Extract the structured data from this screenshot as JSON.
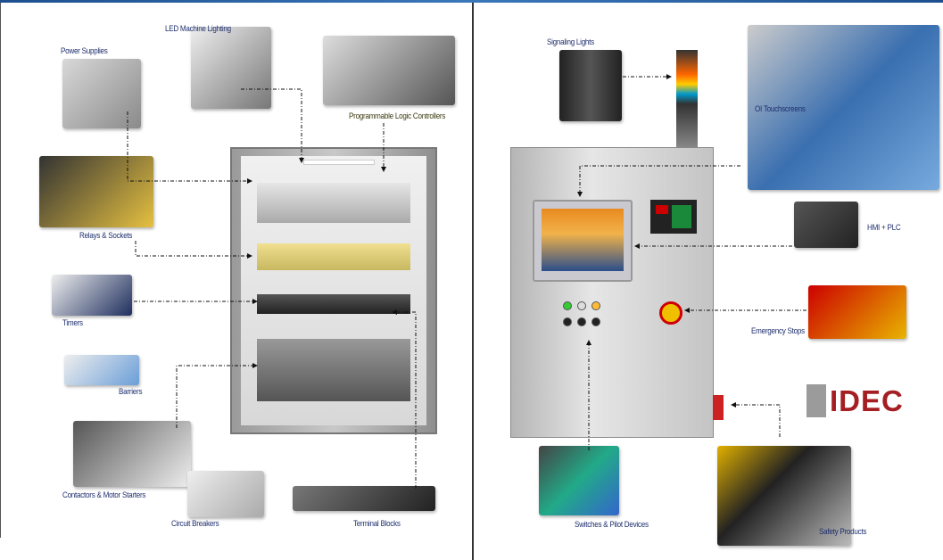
{
  "left_panel": {
    "labels": {
      "power_supplies": "Power Supplies",
      "led_machine_lighting": "LED Machine Lighting",
      "plc": "Programmable Logic Controllers",
      "relays_sockets": "Relays & Sockets",
      "timers": "Timers",
      "barriers": "Barriers",
      "contactors": "Contactors & Motor Starters",
      "circuit_breakers": "Circuit Breakers",
      "terminal_blocks": "Terminal Blocks"
    }
  },
  "right_panel": {
    "labels": {
      "signaling_lights": "Signaling Lights",
      "oi_touchscreens": "OI Touchscreens",
      "hmi_plc": "HMI + PLC",
      "emergency_stops": "Emergency Stops",
      "switches_pilot": "Switches & Pilot Devices",
      "safety_products": "Safety Products"
    },
    "logo": "IDEC"
  },
  "colors": {
    "label": "#1f2f6e",
    "logo_red": "#a41e22",
    "logo_gray": "#9b9b9b",
    "connector": "#111111"
  }
}
